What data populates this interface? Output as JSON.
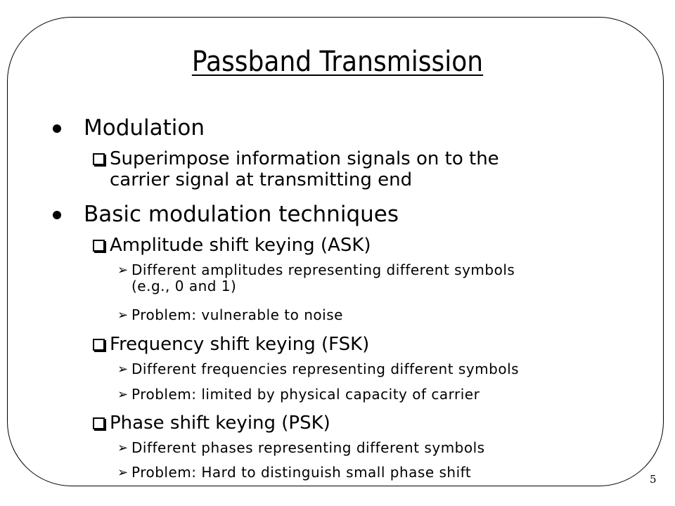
{
  "slide": {
    "title": "Passband Transmission",
    "page_number": "5",
    "items": [
      {
        "level": 1,
        "text": "Modulation"
      },
      {
        "level": 2,
        "text": "Superimpose information signals on to the",
        "cont": "carrier signal at transmitting end"
      },
      {
        "level": 1,
        "text": "Basic modulation techniques"
      },
      {
        "level": 2,
        "text": "Amplitude shift keying (ASK)"
      },
      {
        "level": 3,
        "text": "Different amplitudes representing different symbols",
        "cont": "(e.g., 0 and 1)"
      },
      {
        "level": 3,
        "text": "Problem: vulnerable to noise"
      },
      {
        "level": 2,
        "text": "Frequency shift keying (FSK)"
      },
      {
        "level": 3,
        "text": "Different frequencies representing different symbols"
      },
      {
        "level": 3,
        "text": "Problem: limited by physical capacity of carrier"
      },
      {
        "level": 2,
        "text": "Phase shift keying (PSK)"
      },
      {
        "level": 3,
        "text": "Different phases representing different symbols"
      },
      {
        "level": 3,
        "text": "Problem: Hard to distinguish small phase shift"
      }
    ]
  }
}
